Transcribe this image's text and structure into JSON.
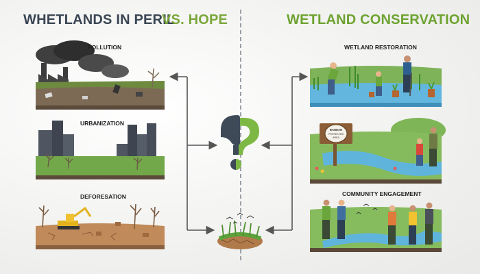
{
  "header": {
    "left_title": "WHETLANDS IN PERIL",
    "mid_title": "VS. HOPE",
    "right_title": "WETLAND CONSERVATION"
  },
  "left_panels": [
    {
      "label": "POLLUTION"
    },
    {
      "label": "URBANIZATION"
    },
    {
      "label": "DEFORESATION"
    }
  ],
  "right_panels": [
    {
      "label": "WETLAND RESTORATION"
    },
    {
      "label": "COMMUNITY ENGAGEMENT"
    }
  ],
  "sign": {
    "line1": "BANDAN",
    "line2": "PROTECTED",
    "line3": "AREA"
  },
  "colors": {
    "peril_title": "#3b4654",
    "hope_green": "#7aa63a",
    "water_blue": "#5cb6de",
    "ground_brown": "#8a6b4e",
    "grass_green": "#6da84a"
  }
}
